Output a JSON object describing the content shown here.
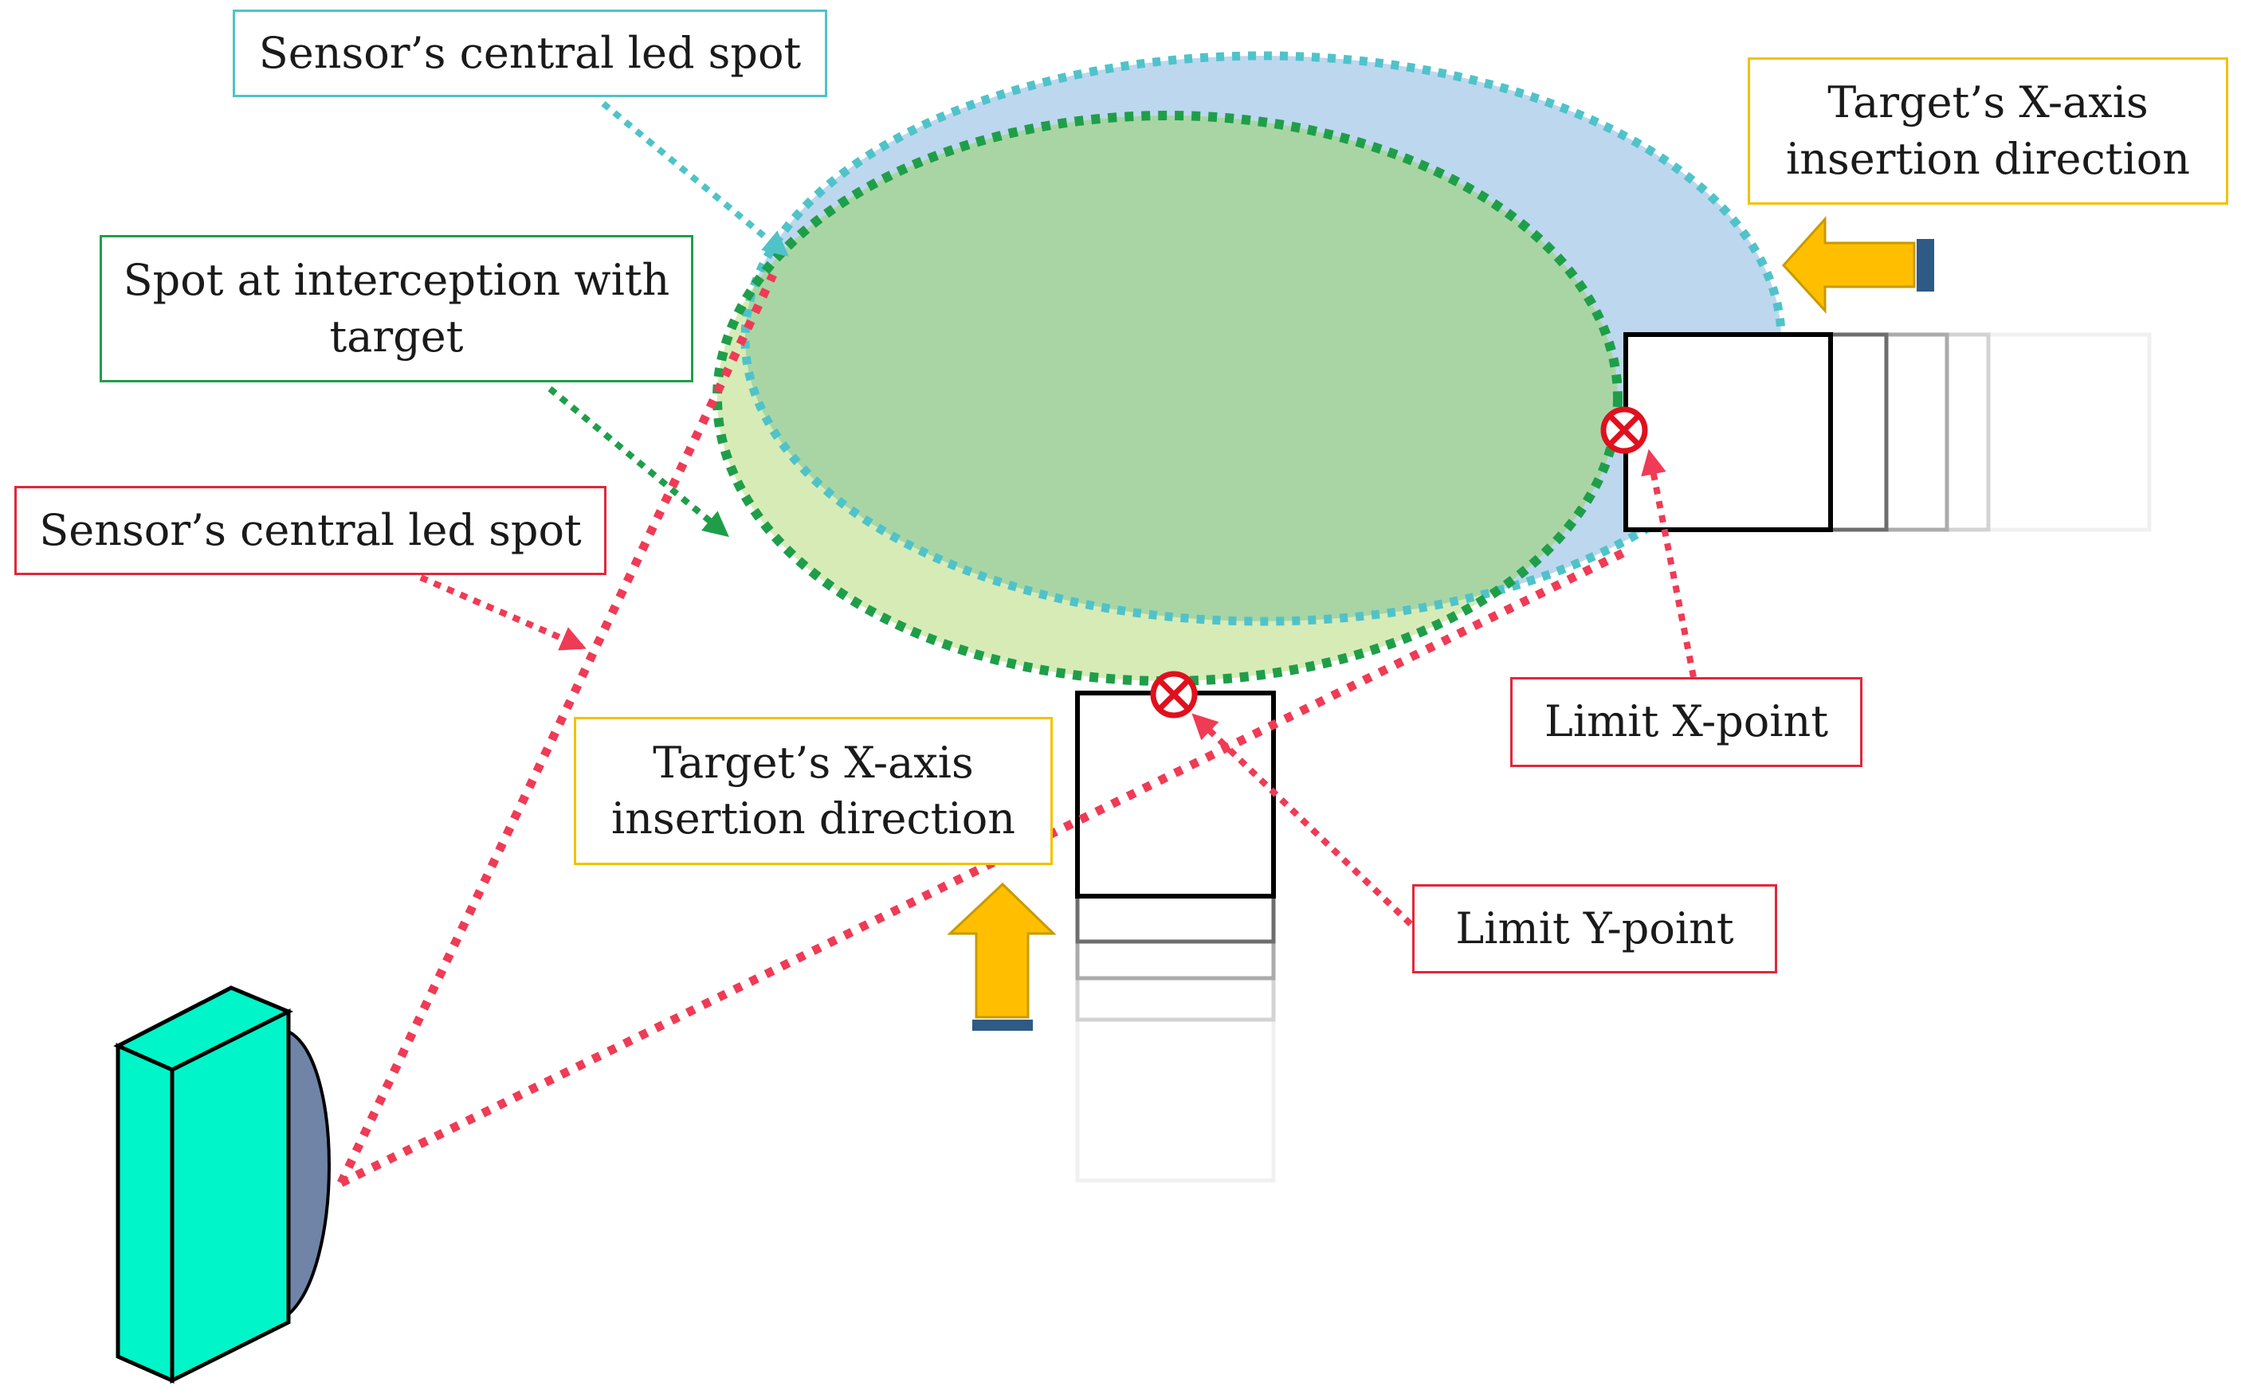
{
  "labels": {
    "central_spot_top": "Sensor’s central led spot",
    "target_x_insertion_top": {
      "line1": "Target’s X-axis",
      "line2": "insertion direction"
    },
    "intercept_spot": {
      "line1": "Spot at interception with",
      "line2": "target"
    },
    "central_spot_left": "Sensor’s central led spot",
    "target_x_insertion_bottom": {
      "line1": "Target’s X-axis",
      "line2": "insertion direction"
    },
    "limit_x_point": "Limit X-point",
    "limit_y_point": "Limit Y-point"
  },
  "colors": {
    "cyan_outline": "#4fc3c9",
    "green_outline": "#1f9e4a",
    "red_outline": "#e0283c",
    "yellow_outline": "#f2c200",
    "blue_spot_fill": "#bdd7ee",
    "green_spot_fill": "#a9d5a4",
    "light_green_fill": "#d7ebb7",
    "sensor_body": "#00f5c8",
    "sensor_lens": "#6f84a6",
    "arrow_fill": "#ffbf00",
    "arrow_tail": "#2e5a86",
    "red_dots": "#ef3b55"
  }
}
